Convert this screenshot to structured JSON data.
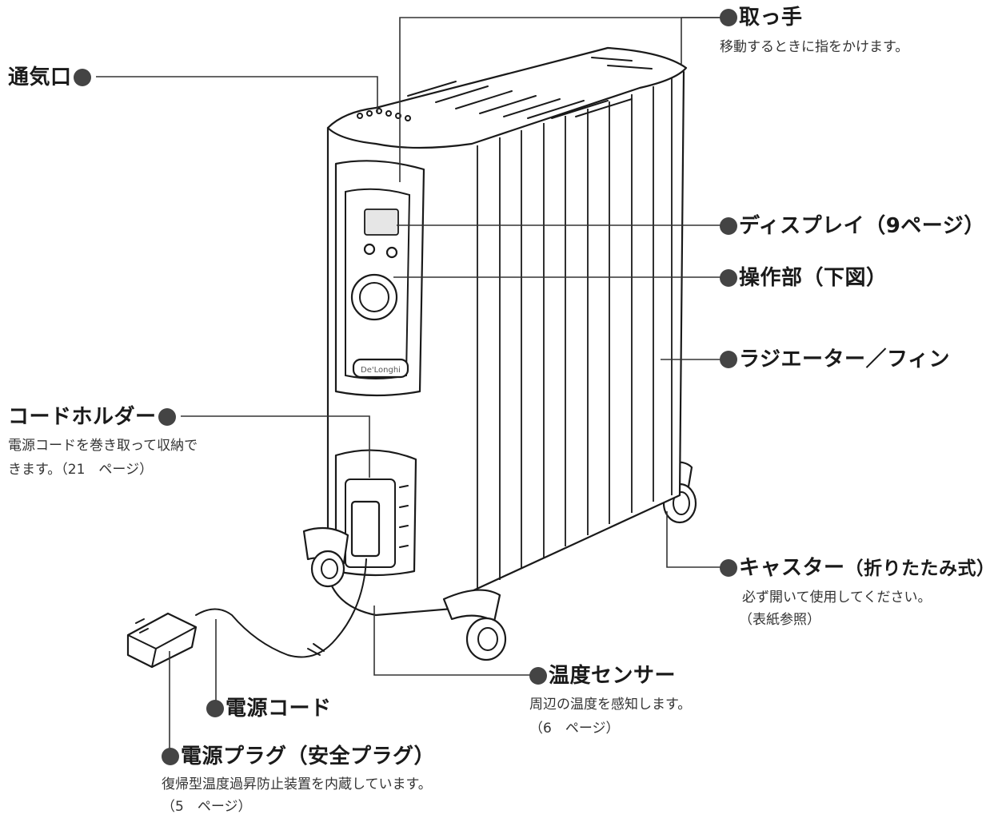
{
  "labels": {
    "vent": {
      "title": "通気口"
    },
    "handle": {
      "title": "取っ手",
      "desc": "移動するときに指をかけます。"
    },
    "display": {
      "title": "ディスプレイ",
      "note": "（9ページ）"
    },
    "control": {
      "title": "操作部",
      "note": "（下図）"
    },
    "radiator": {
      "title": "ラジエーター／フィン"
    },
    "cord_holder": {
      "title": "コードホルダー",
      "desc": [
        "電源コードを巻き取って収納で",
        "きます。（21　ページ）"
      ]
    },
    "caster": {
      "title": "キャスター",
      "note": "（折りたたみ式）",
      "desc": [
        "必ず開いて使用してください。",
        "（表紙参照）"
      ]
    },
    "temp_sensor": {
      "title": "温度センサー",
      "desc": [
        "周辺の温度を感知します。",
        "（6　ページ）"
      ]
    },
    "power_cord": {
      "title": "電源コード"
    },
    "power_plug": {
      "title": "電源プラグ",
      "note": "（安全プラグ）",
      "desc": [
        "復帰型温度過昇防止装置を内蔵しています。",
        "（5　ページ）"
      ]
    }
  },
  "colors": {
    "line": "#333333",
    "dot": "#444444",
    "text": "#1a1a1a",
    "background": "#ffffff"
  },
  "illustration": {
    "name": "oil-free-radiator-heater",
    "logo_text": "De'Longhi"
  }
}
